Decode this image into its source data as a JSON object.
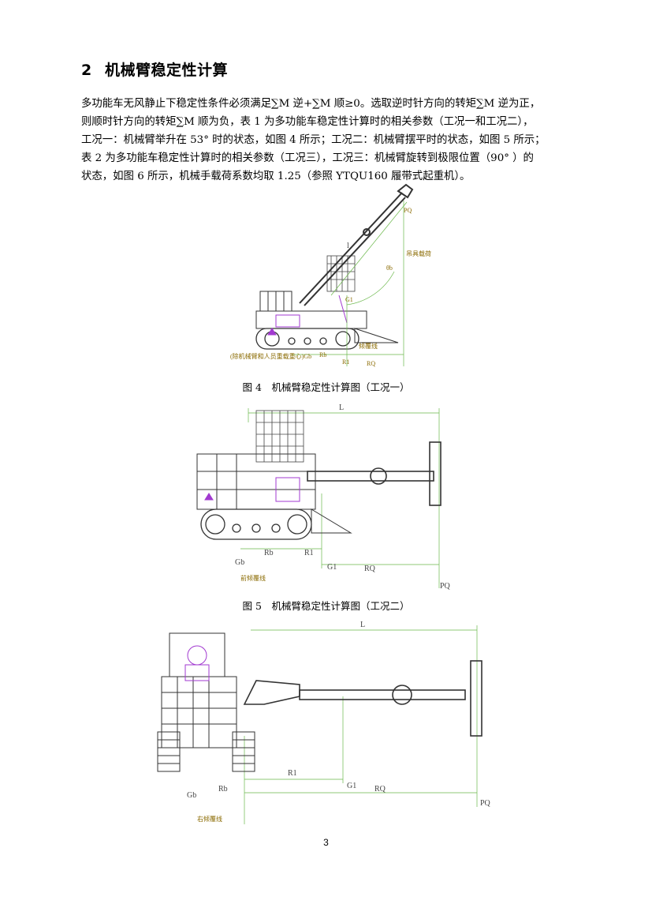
{
  "section": {
    "number": "2",
    "title": "机械臂稳定性计算"
  },
  "paragraph": {
    "lines": [
      "多功能车无风静止下稳定性条件必须满足∑M 逆+∑M 顺≥0。选取逆时针方向的转矩∑M 逆为正，",
      "则顺时针方向的转矩∑M 顺为负，表 1 为多功能车稳定性计算时的相关参数（工况一和工况二），",
      "工况一：机械臂举升在 53° 时的状态，如图 4 所示；工况二：机械臂摆平时的状态，如图 5 所示；",
      "表 2 为多功能车稳定性计算时的相关参数（工况三），工况三：机械臂旋转到极限位置（90° ）的",
      "状态，如图 6 所示，机械手载荷系数均取 1.25（参照 YTQU160 履带式起重机）。"
    ]
  },
  "figures": [
    {
      "caption": "图 4　机械臂稳定性计算图（工况一）",
      "labels": {
        "l": "l",
        "pq": "PQ",
        "theta": "θb",
        "g1": "G1",
        "load_line": "吊具载荷",
        "tip_line": "倾覆线",
        "gb": "(除机械臂和人员重载重心)Gb",
        "rb": "Rb",
        "r1": "R1",
        "rq": "RQ"
      }
    },
    {
      "caption": "图 5　机械臂稳定性计算图（工况二）",
      "labels": {
        "l": "L",
        "gb": "Gb",
        "rb": "Rb",
        "r1": "R1",
        "g1": "G1",
        "rq": "RQ",
        "pq": "PQ",
        "tip_line": "前倾覆线"
      }
    },
    {
      "caption": "",
      "labels": {
        "l": "L",
        "r1": "R1",
        "g1": "G1",
        "gb": "Gb",
        "rb": "Rb",
        "rq": "RQ",
        "pq": "PQ",
        "tip_line": "右倾覆线"
      }
    }
  ],
  "page_number": "3",
  "colors": {
    "machine": "#333333",
    "accent": "#a23ad0",
    "dimension": "#6ab84a",
    "text": "#000000"
  }
}
